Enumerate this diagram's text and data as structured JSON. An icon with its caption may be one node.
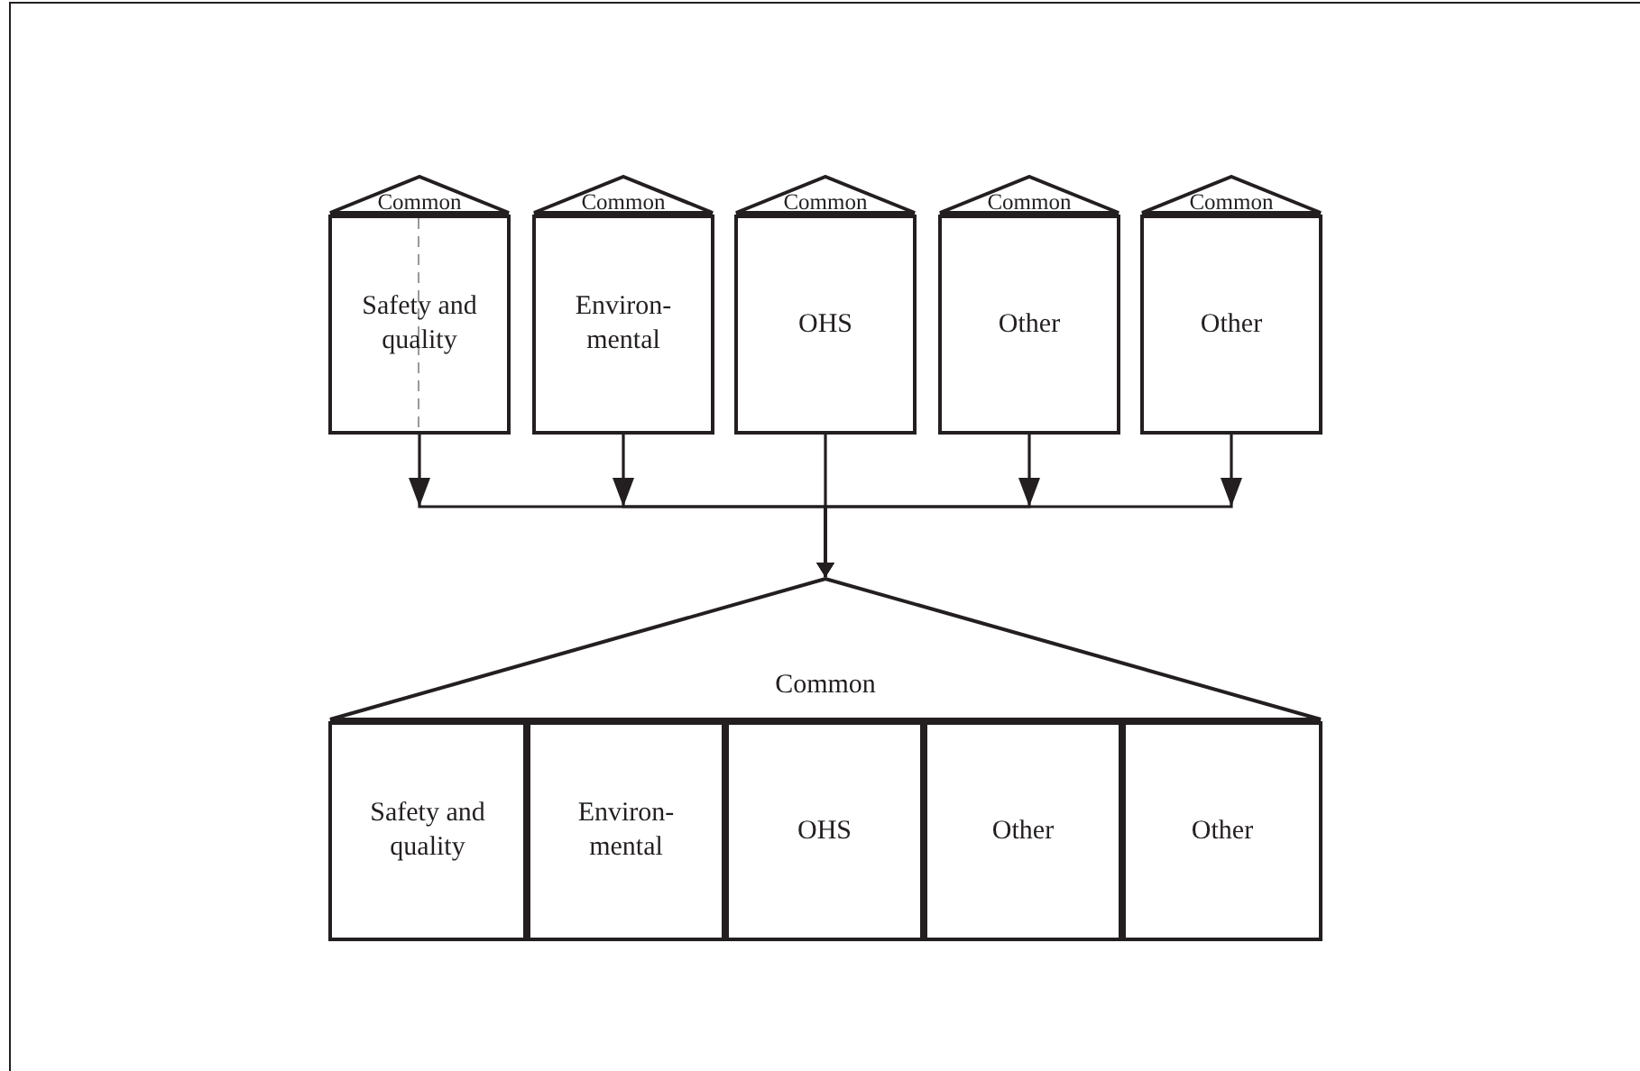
{
  "diagram": {
    "nodes": [
      {
        "text": [
          "Common"
        ]
      },
      {
        "text": [
          "Safety and quality"
        ]
      },
      {
        "text": [
          "Common"
        ]
      },
      {
        "text": [
          "Environ-mental"
        ]
      },
      {
        "text": [
          "Common"
        ]
      },
      {
        "text": [
          "OHS"
        ]
      },
      {
        "text": [
          "Common"
        ]
      },
      {
        "text": [
          "Other"
        ]
      },
      {
        "text": [
          "Common"
        ]
      },
      {
        "text": [
          "Other"
        ]
      },
      {
        "text": [
          "Common"
        ]
      },
      {
        "text": [
          "Safety and quality"
        ]
      },
      {
        "text": [
          "Environ-mental"
        ]
      },
      {
        "text": [
          "OHS"
        ]
      },
      {
        "text": [
          "Other"
        ]
      },
      {
        "text": [
          "Other"
        ]
      }
    ],
    "edges": [
      {
        "from": 1,
        "to": 10,
        "arrow": "to"
      },
      {
        "from": 3,
        "to": 10,
        "arrow": "to"
      },
      {
        "from": 5,
        "to": 10,
        "arrow": "to"
      },
      {
        "from": 7,
        "to": 10,
        "arrow": "to"
      },
      {
        "from": 9,
        "to": 10,
        "arrow": "to"
      }
    ]
  }
}
